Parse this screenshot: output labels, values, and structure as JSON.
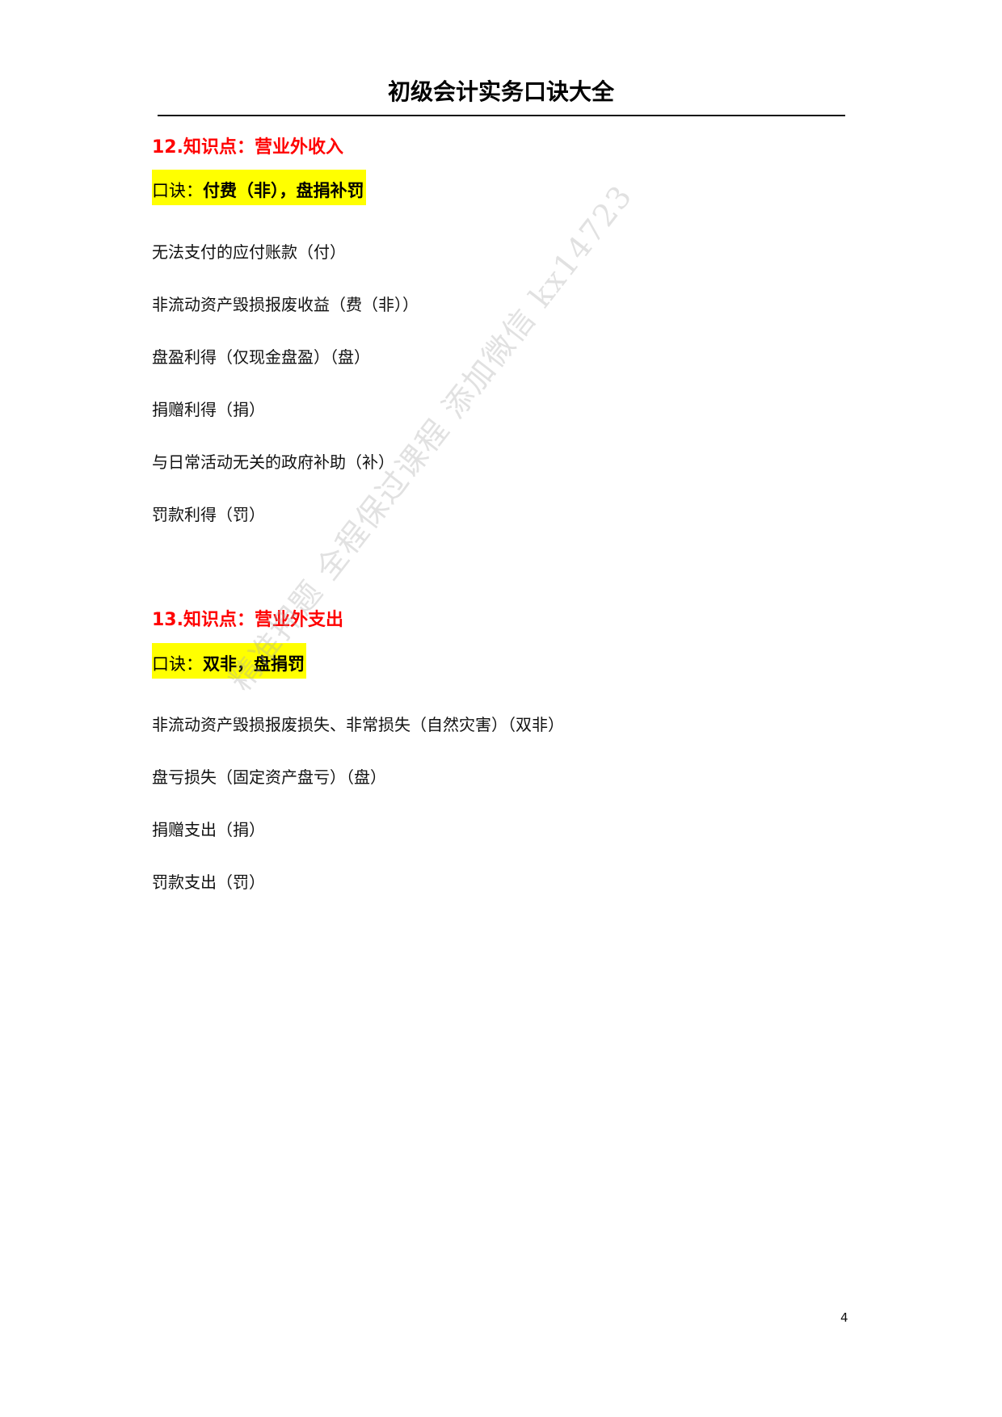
{
  "document": {
    "title": "初级会计实务口诀大全",
    "page_number": "4",
    "watermark": "精准押题 全程保过课程 添加微信 kx14723"
  },
  "sections": [
    {
      "heading": "12.知识点：营业外收入",
      "mnemonic_label": "口诀：",
      "mnemonic_value": "付费（非），盘捐补罚",
      "items": [
        "无法支付的应付账款（付）",
        "非流动资产毁损报废收益（费（非））",
        "盘盈利得（仅现金盘盈）（盘）",
        "捐赠利得（捐）",
        "与日常活动无关的政府补助（补）",
        "罚款利得（罚）"
      ]
    },
    {
      "heading": "13.知识点：营业外支出",
      "mnemonic_label": "口诀：",
      "mnemonic_value": "双非，盘捐罚",
      "items": [
        "非流动资产毁损报废损失、非常损失（自然灾害）（双非）",
        "盘亏损失（固定资产盘亏）（盘）",
        "捐赠支出（捐）",
        "罚款支出（罚）"
      ]
    }
  ],
  "colors": {
    "heading": "#ff0000",
    "highlight": "#ffff00",
    "text": "#000000"
  }
}
